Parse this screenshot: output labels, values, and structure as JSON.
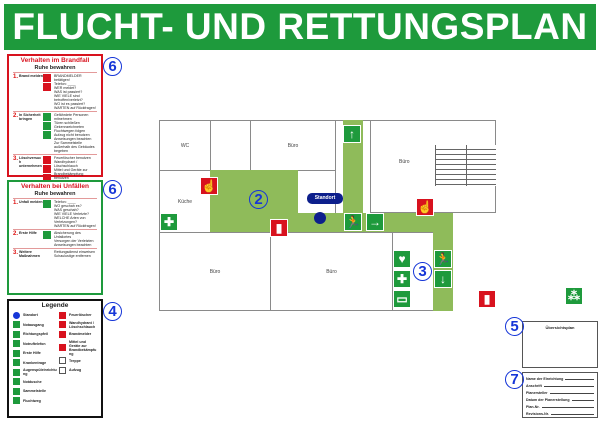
{
  "title": "FLUCHT- UND RETTUNGSPLAN",
  "colors": {
    "green": "#1e9a3c",
    "red": "#d8121e",
    "route": "#8fbb5a",
    "marker": "#1636d8",
    "standort": "#0d1f8c"
  },
  "fire_panel": {
    "heading": "Verhalten im Brandfall",
    "sub": "Ruhe bewahren",
    "number": "6",
    "steps": [
      {
        "n": "1.",
        "label": "Brand melden",
        "text": [
          "BRANDMELDER betätigen!",
          "Telefon: ____",
          "WER meldet?",
          "WAS ist passiert?",
          "WIE VIELE sind betroffen/verletzt?",
          "WO ist es passiert?",
          "WARTEN auf Rückfragen!"
        ]
      },
      {
        "n": "2.",
        "label": "In Sicherheit bringen",
        "text": [
          "Gefährdete Personen mitnehmen",
          "Türen schließen",
          "Gekennzeichneten Fluchtwegen folgen",
          "Aufzug nicht benutzen",
          "Anweisungen beachten",
          "Zur Sammelstelle außerhalb des Gebäudes begeben"
        ]
      },
      {
        "n": "3.",
        "label": "Löschversuch unternehmen",
        "text": [
          "Feuerlöscher benutzen",
          "Wandhydrant / Löschschlauch",
          "Mittel und Geräte zur Brandbekämpfung benutzen"
        ]
      }
    ]
  },
  "accident_panel": {
    "heading": "Verhalten bei Unfällen",
    "sub": "Ruhe bewahren",
    "number": "6",
    "steps": [
      {
        "n": "1.",
        "label": "Unfall melden",
        "text": [
          "Telefon: ____",
          "WO geschah es?",
          "WAS geschah?",
          "WIE VIELE Verletzte?",
          "WELCHE Arten von Verletzungen?",
          "WARTEN auf Rückfragen!"
        ]
      },
      {
        "n": "2.",
        "label": "Erste Hilfe",
        "text": [
          "Absicherung des Unfallortes",
          "Versorgen der Verletzten",
          "Anweisungen beachten"
        ]
      },
      {
        "n": "3.",
        "label": "Weitere Maßnahmen",
        "text": [
          "Rettungsdienst einweisen",
          "Schaulustige entfernen"
        ]
      }
    ]
  },
  "legend": {
    "heading": "Legende",
    "number": "4",
    "left": [
      {
        "label": "Standort",
        "icon": "location-dot",
        "c": "blue"
      },
      {
        "label": "Notausgang",
        "icon": "emergency-exit",
        "c": "green"
      },
      {
        "label": "Richtungspfeil",
        "icon": "arrow-right",
        "c": "green"
      },
      {
        "label": "Notruftelefon",
        "icon": "phone",
        "c": "green"
      },
      {
        "label": "Erste Hilfe",
        "icon": "first-aid",
        "c": "green"
      },
      {
        "label": "Krankentrage",
        "icon": "stretcher",
        "c": "green"
      },
      {
        "label": "Augenspüleinrichtung",
        "icon": "eyewash",
        "c": "green"
      },
      {
        "label": "Notdusche",
        "icon": "shower",
        "c": "green"
      },
      {
        "label": "Sammelstelle",
        "icon": "assembly-point",
        "c": "green"
      },
      {
        "label": "Fluchtweg",
        "icon": "escape-route",
        "c": "green"
      }
    ],
    "right": [
      {
        "label": "Feuerlöscher",
        "icon": "fire-extinguisher",
        "c": "red"
      },
      {
        "label": "Wandhydrant / Löschschlauch",
        "icon": "fire-hose",
        "c": "red"
      },
      {
        "label": "Brandmelder",
        "icon": "fire-alarm",
        "c": "red"
      },
      {
        "label": "Mittel und Geräte zur Brandbekämpfung",
        "icon": "firefighting-equipment",
        "c": "red"
      },
      {
        "label": "Treppe",
        "icon": "stairs",
        "c": "grey"
      },
      {
        "label": "Aufzug",
        "icon": "elevator",
        "c": "grey"
      }
    ]
  },
  "plan": {
    "rooms": {
      "wc": "WC",
      "buero_top": "Büro",
      "buero_right": "Büro",
      "kueche": "Küche",
      "buero_bl": "Büro",
      "buero_bm": "Büro"
    },
    "standort": "Standort",
    "marker_2": "2",
    "marker_3": "3"
  },
  "overview": {
    "title": "Übersichtsplan",
    "number": "5"
  },
  "info_form": {
    "number": "7",
    "fields": [
      "Name der Einrichtung",
      "Anschrift",
      "Planersteller",
      "Datum der Planerstellung",
      "Plan-Nr.",
      "Revisions-Nr."
    ]
  }
}
